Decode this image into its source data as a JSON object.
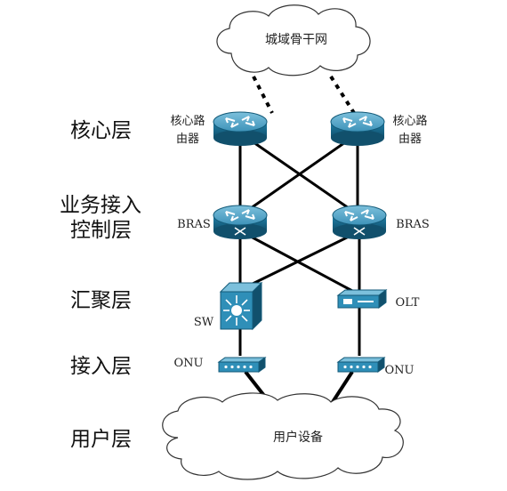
{
  "clouds": {
    "top": "城域骨干网",
    "bottom": "用户设备"
  },
  "layers": {
    "core": "核心层",
    "bras_line1": "业务接入",
    "bras_line2": "控制层",
    "aggregation": "汇聚层",
    "access": "接入层",
    "user": "用户层"
  },
  "devices": {
    "core_left_line1": "核心路",
    "core_left_line2": "由器",
    "core_right_line1": "核心路",
    "core_right_line2": "由器",
    "bras_left": "BRAS",
    "bras_right": "BRAS",
    "sw": "SW",
    "olt": "OLT",
    "onu_left": "ONU",
    "onu_right": "ONU"
  },
  "colors": {
    "device_fill": "#1f7fa8",
    "device_dark": "#135a78",
    "device_light": "#5aa9c8",
    "link": "#000000"
  }
}
